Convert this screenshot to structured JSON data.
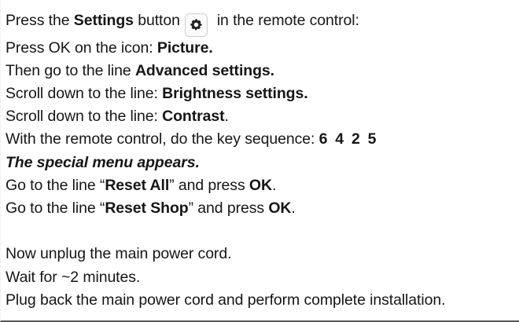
{
  "document": {
    "text_color": "#161616",
    "background_color": "#ffffff",
    "lines": [
      {
        "id": "line-settings-button",
        "segments": [
          {
            "text": "Press the ",
            "style": "regular"
          },
          {
            "text": "Settings",
            "style": "bold"
          },
          {
            "text": " button ",
            "style": "regular"
          },
          {
            "text": "",
            "style": "icon",
            "icon": "gear-icon"
          },
          {
            "text": "  in the remote control:",
            "style": "regular"
          }
        ]
      },
      {
        "id": "line-press-ok-picture",
        "segments": [
          {
            "text": "Press OK on the icon: ",
            "style": "regular"
          },
          {
            "text": "Picture.",
            "style": "bold"
          }
        ]
      },
      {
        "id": "line-advanced-settings",
        "segments": [
          {
            "text": "Then go to the line ",
            "style": "regular"
          },
          {
            "text": "Advanced settings.",
            "style": "bold"
          }
        ]
      },
      {
        "id": "line-brightness-settings",
        "segments": [
          {
            "text": "Scroll down to the line: ",
            "style": "regular"
          },
          {
            "text": "Brightness settings.",
            "style": "bold"
          }
        ]
      },
      {
        "id": "line-contrast",
        "segments": [
          {
            "text": "Scroll down to the line: ",
            "style": "regular"
          },
          {
            "text": "Contrast",
            "style": "bold"
          },
          {
            "text": ".",
            "style": "regular"
          }
        ]
      },
      {
        "id": "line-key-sequence",
        "segments": [
          {
            "text": "With the remote control, do the key sequence: ",
            "style": "regular"
          },
          {
            "text": "6 4 2 5",
            "style": "sequence"
          }
        ]
      },
      {
        "id": "line-special-menu",
        "segments": [
          {
            "text": "The special menu appears.",
            "style": "bold-italic"
          }
        ]
      },
      {
        "id": "line-reset-all",
        "segments": [
          {
            "text": "Go to the line “",
            "style": "regular"
          },
          {
            "text": "Reset All",
            "style": "bold"
          },
          {
            "text": "” and press ",
            "style": "regular"
          },
          {
            "text": "OK",
            "style": "bold"
          },
          {
            "text": ".",
            "style": "regular"
          }
        ]
      },
      {
        "id": "line-reset-shop",
        "segments": [
          {
            "text": "Go to the line “",
            "style": "regular"
          },
          {
            "text": "Reset Shop",
            "style": "bold"
          },
          {
            "text": "” and press ",
            "style": "regular"
          },
          {
            "text": "OK",
            "style": "bold"
          },
          {
            "text": ".",
            "style": "regular"
          }
        ]
      },
      {
        "id": "line-blank",
        "segments": []
      },
      {
        "id": "line-unplug-power",
        "segments": [
          {
            "text": "Now unplug the main power cord.",
            "style": "regular"
          }
        ]
      },
      {
        "id": "line-wait-two-minutes",
        "segments": [
          {
            "text": "Wait for ~2 minutes.",
            "style": "regular"
          }
        ]
      },
      {
        "id": "line-plug-back",
        "segments": [
          {
            "text": "Plug back the main power cord and perform complete installation.",
            "style": "regular"
          }
        ]
      }
    ]
  }
}
